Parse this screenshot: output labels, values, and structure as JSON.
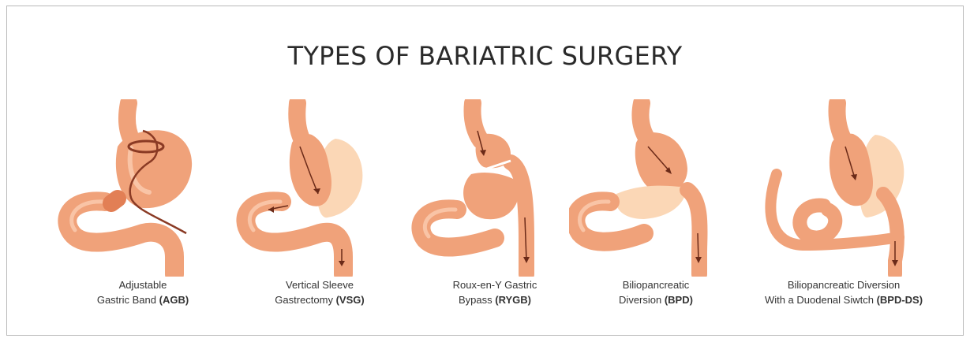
{
  "title": "TYPES OF BARIATRIC SURGERY",
  "colors": {
    "tissue": "#f0a27a",
    "tissue_dark": "#e27f55",
    "tissue_light": "#f9c4a6",
    "removed": "#fbd7b6",
    "band": "#8a3a24",
    "arrow": "#6b2a18"
  },
  "procedures": [
    {
      "line1": "Adjustable",
      "line2_text": "Gastric Band ",
      "abbr": "(AGB)"
    },
    {
      "line1": "Vertical Sleeve",
      "line2_text": "Gastrectomy ",
      "abbr": "(VSG)"
    },
    {
      "line1": "Roux-en-Y Gastric",
      "line2_text": "Bypass ",
      "abbr": "(RYGB)"
    },
    {
      "line1": "Biliopancreatic",
      "line2_text": "Diversion  ",
      "abbr": "(BPD)"
    },
    {
      "line1": "Biliopancreatic Diversion",
      "line2_text": "With a Duodenal Siwtch ",
      "abbr": "(BPD-DS)"
    }
  ]
}
